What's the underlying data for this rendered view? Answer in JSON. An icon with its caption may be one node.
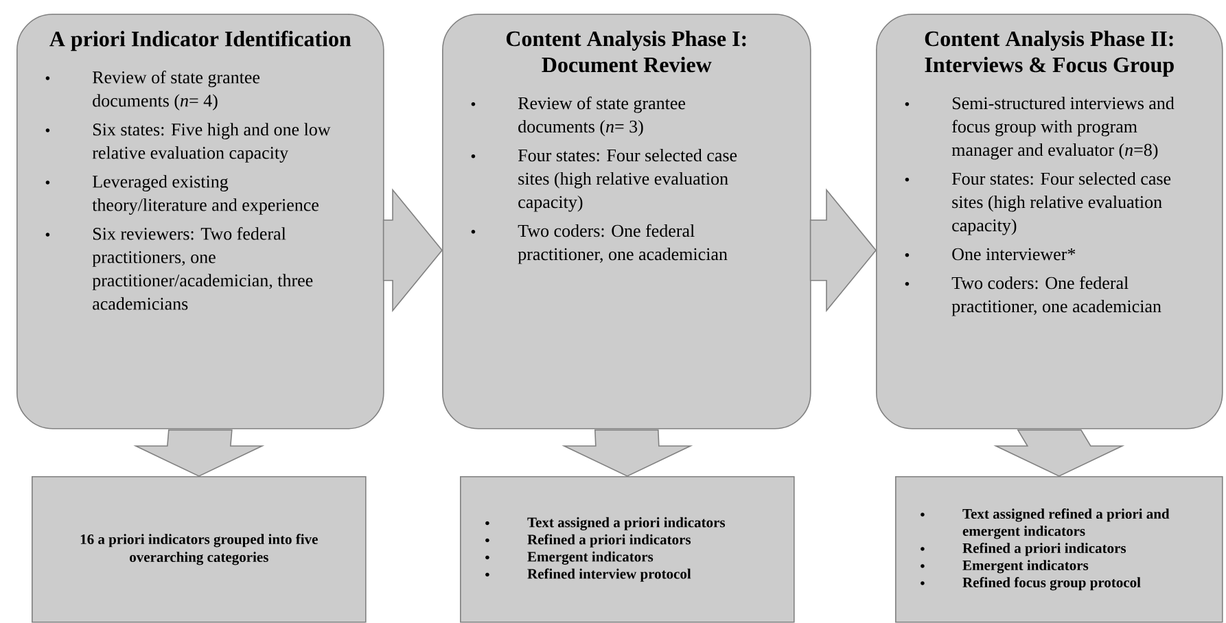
{
  "diagram": {
    "nodes": [
      {
        "text": [
          "A priori Indicator Identification",
          "Review of state grantee documents (*n*= 4)",
          "Six states: Five high and one low relative evaluation capacity",
          "Leveraged existing theory/literature and experience",
          "Six reviewers: Two federal practitioners, one practitioner/academician, three academicians"
        ]
      },
      {
        "text": [
          "Content Analysis Phase I: Document Review",
          "Review of state grantee documents (*n*= 3)",
          "Four states: Four selected case sites (high relative evaluation capacity)",
          "Two coders: One federal practitioner, one academician"
        ]
      },
      {
        "text": [
          "Content Analysis Phase II: Interviews & Focus Group",
          "Semi-structured interviews and focus group with program manager and evaluator (*n*=8)",
          "Four states: Four selected case sites (high relative evaluation capacity)",
          "One interviewer*",
          "Two coders: One federal practitioner, one academician"
        ]
      },
      {
        "text": [
          "16 a priori indicators grouped into five overarching categories"
        ]
      },
      {
        "text": [
          "Text assigned a priori indicators",
          "Refined a priori indicators",
          "Emergent indicators",
          "Refined interview protocol"
        ]
      },
      {
        "text": [
          "Text assigned refined a priori and emergent indicators",
          "Refined a priori indicators",
          "Emergent indicators",
          "Refined focus group protocol"
        ]
      }
    ],
    "edges": [
      {
        "from": 0,
        "to": 1,
        "arrow": "to"
      },
      {
        "from": 1,
        "to": 2,
        "arrow": "to"
      },
      {
        "from": 0,
        "to": 3,
        "arrow": "to"
      },
      {
        "from": 1,
        "to": 4,
        "arrow": "to"
      },
      {
        "from": 2,
        "to": 5,
        "arrow": "to"
      }
    ]
  }
}
